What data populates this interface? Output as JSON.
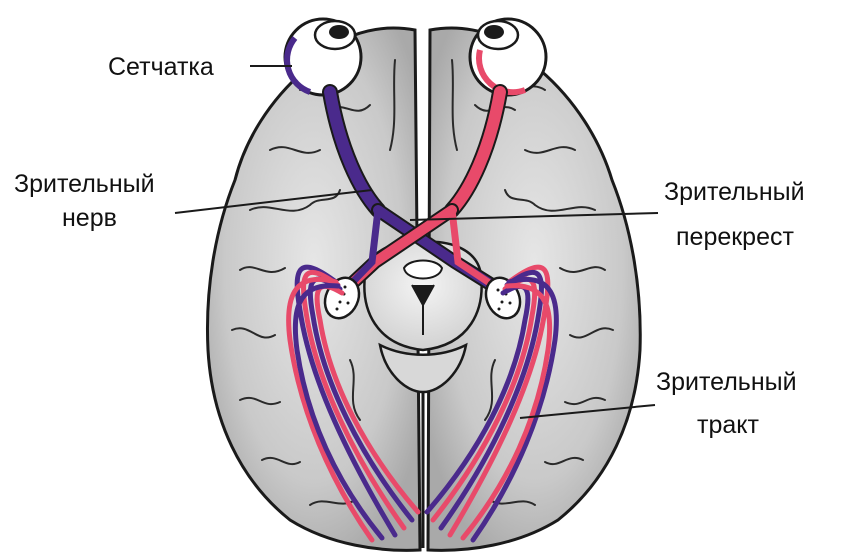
{
  "labels": {
    "retina": "Сетчатка",
    "nerve_line1": "Зрительный",
    "nerve_line2": "нерв",
    "chiasm_line1": "Зрительный",
    "chiasm_line2": "перекрест",
    "tract_line1": "Зрительный",
    "tract_line2": "тракт"
  },
  "colors": {
    "left_pathway": "#4a2a8c",
    "right_pathway": "#e84a6a",
    "brain_fill": "#cfcfcf",
    "outline": "#1a1a1a"
  }
}
